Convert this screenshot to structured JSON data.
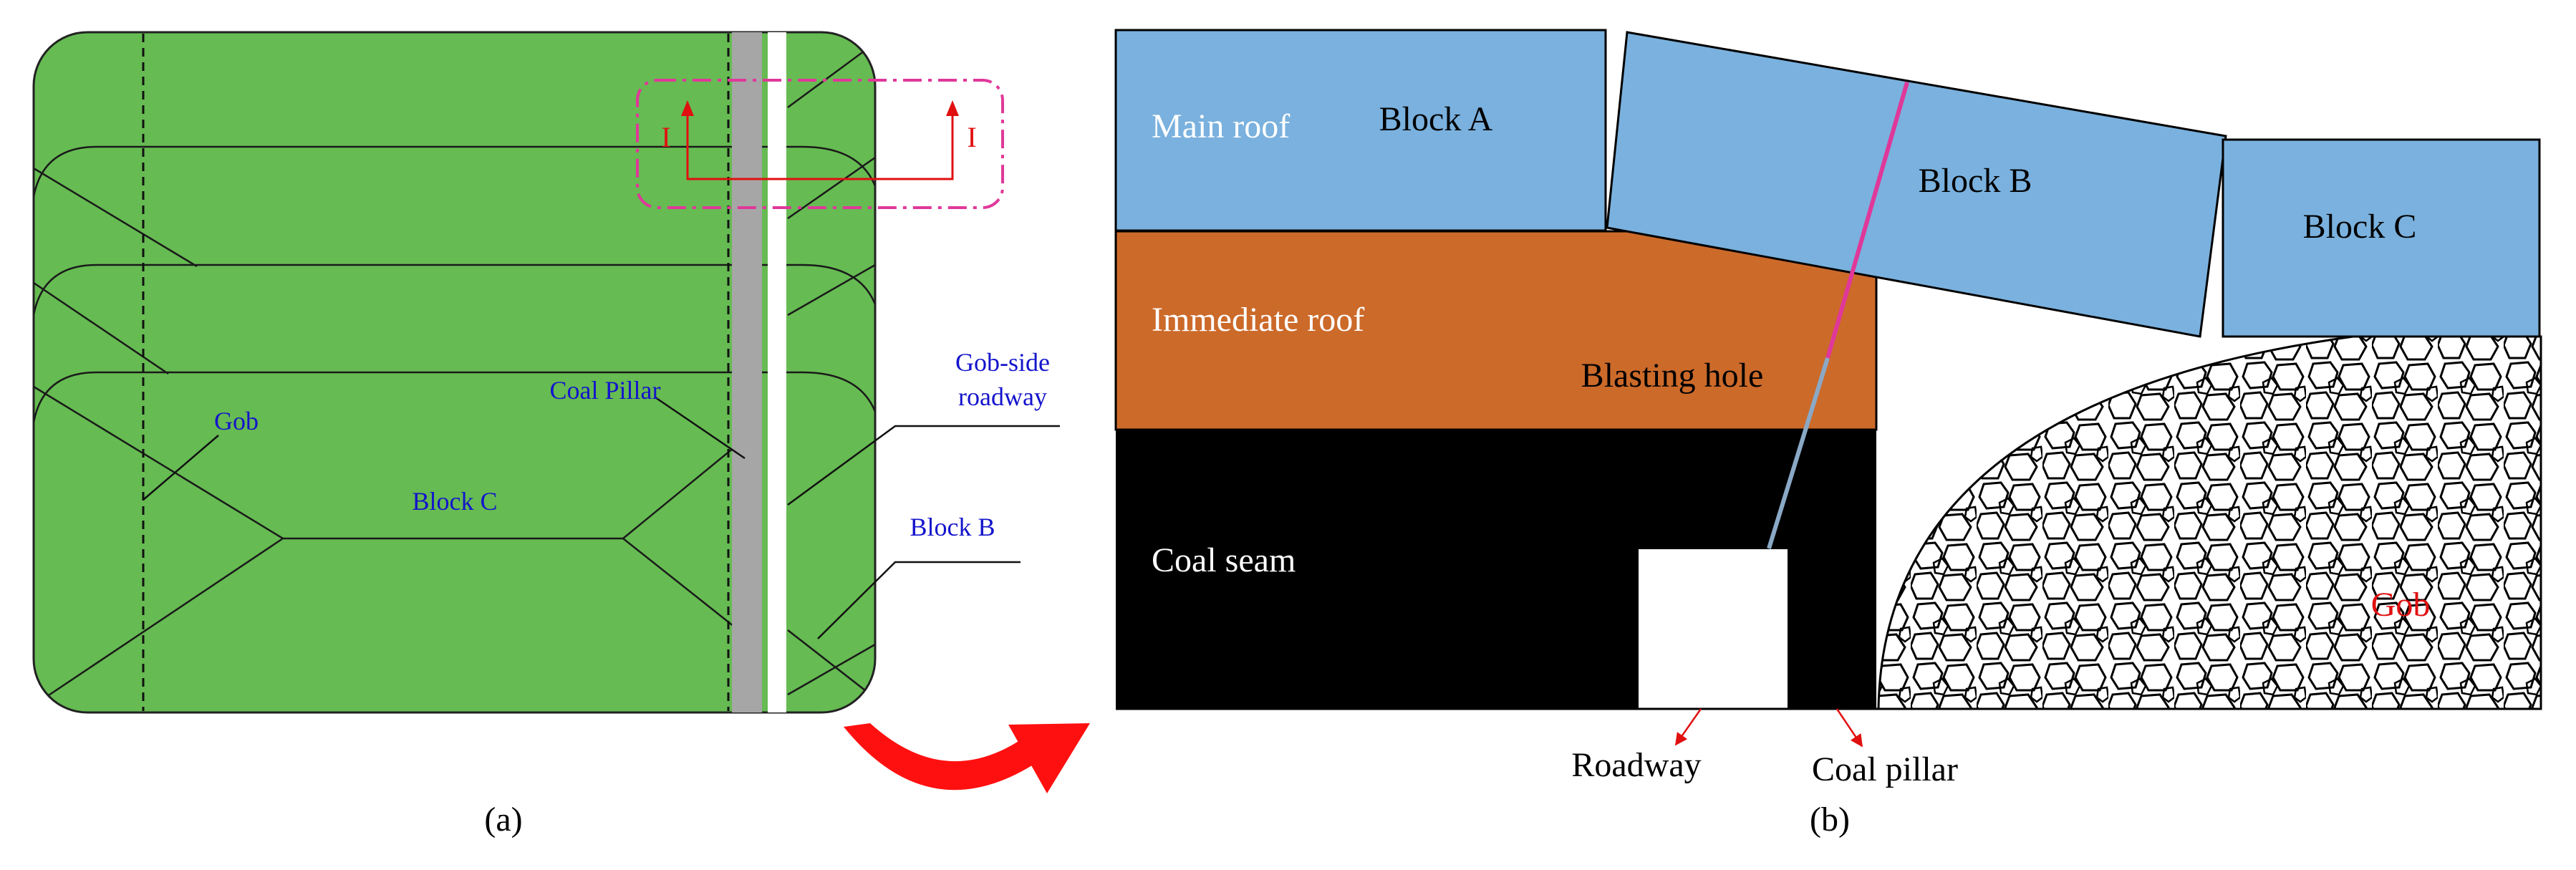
{
  "colors": {
    "plan_green": "#66BB52",
    "pillar_gray": "#A6A6A6",
    "section_pink": "#E0389A",
    "roof_blue": "#7AB1DE",
    "immediate_roof": "#CC6A2A",
    "coal_black": "#000000",
    "label_blue": "#1414CC",
    "label_red": "#E01010",
    "arrow_red": "#FF1010"
  },
  "panel_a": {
    "caption": "(a)",
    "labels": {
      "gob": "Gob",
      "coal_pillar": "Coal Pillar",
      "block_c": "Block C",
      "gob_side_roadway_line1": "Gob-side",
      "gob_side_roadway_line2": "roadway",
      "block_b": "Block B",
      "section_mark_left": "I",
      "section_mark_right": "I"
    }
  },
  "panel_b": {
    "caption": "(b)",
    "labels": {
      "main_roof": "Main roof",
      "block_a": "Block A",
      "block_b": "Block B",
      "block_c": "Block C",
      "immediate_roof": "Immediate roof",
      "blasting_hole": "Blasting hole",
      "coal_seam": "Coal seam",
      "gob": "Gob",
      "roadway": "Roadway",
      "coal_pillar": "Coal pillar"
    }
  },
  "icons": {
    "transition_arrow": "curved-arrow-icon"
  }
}
